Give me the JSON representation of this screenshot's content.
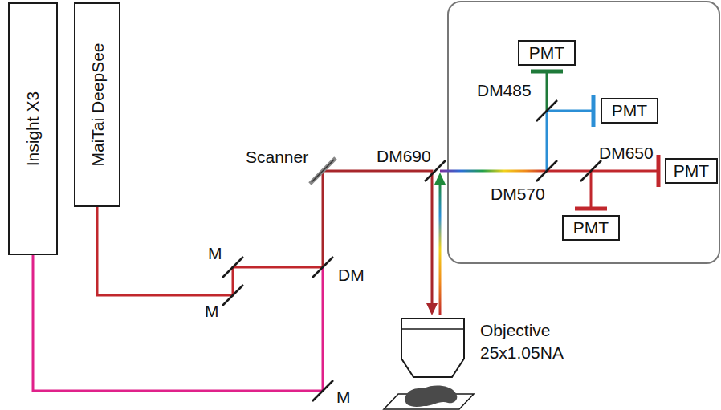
{
  "diagram": {
    "nodes": [
      {
        "text": [
          "Insight X3"
        ]
      },
      {
        "text": [
          "MaiTai DeepSee"
        ]
      },
      {
        "text": [
          "PMT"
        ]
      },
      {
        "text": [
          "PMT"
        ]
      },
      {
        "text": [
          "PMT"
        ]
      },
      {
        "text": [
          "PMT"
        ]
      }
    ],
    "labels": [
      "Scanner",
      "DM690",
      "DM485",
      "DM570",
      "DM650",
      "M",
      "DM",
      "M",
      "M",
      "Objective 25x1.05NA"
    ]
  }
}
